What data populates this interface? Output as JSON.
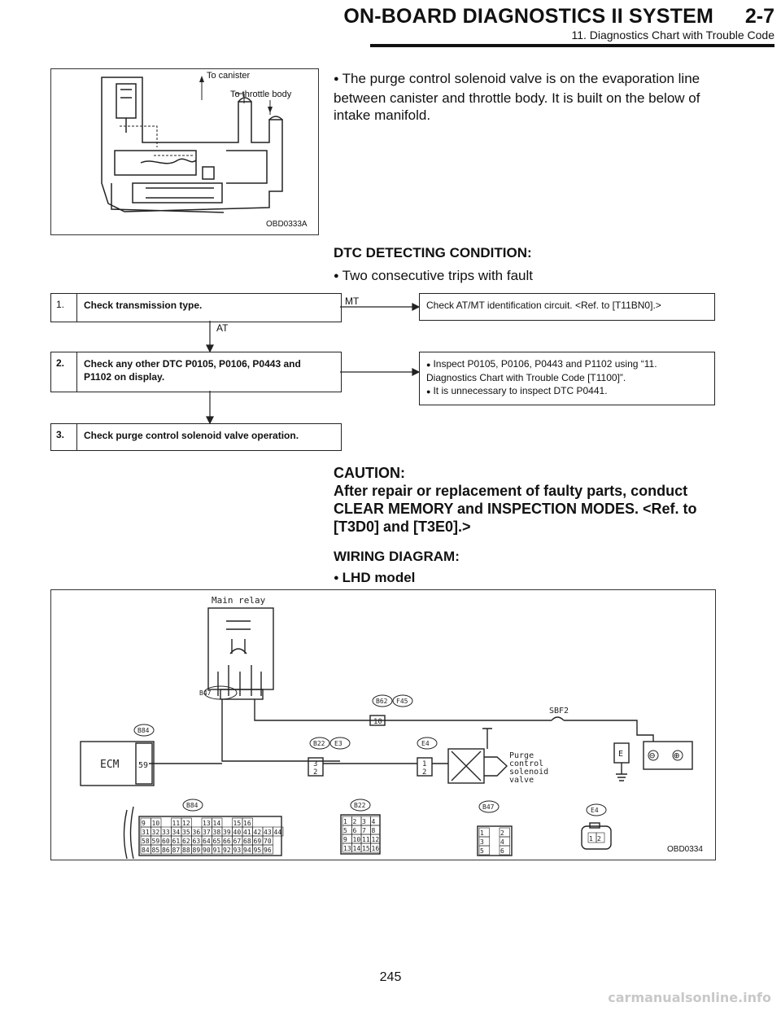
{
  "header": {
    "title": "ON-BOARD DIAGNOSTICS II SYSTEM",
    "section": "2-7",
    "subtitle": "11. Diagnostics Chart with Trouble Code"
  },
  "figure1": {
    "id": "OBD0333A",
    "label_canister": "To canister",
    "label_throttle": "To throttle body"
  },
  "intro": "The purge control solenoid valve is on the evaporation line between canister and throttle body. It is built on the below of intake manifold.",
  "dtc": {
    "heading": "DTC DETECTING CONDITION:",
    "item": "Two consecutive trips with fault"
  },
  "flow": {
    "step1": {
      "num": "1.",
      "text": "Check transmission type."
    },
    "step2": {
      "num": "2.",
      "text": "Check any other DTC P0105, P0106, P0443 and P1102 on display."
    },
    "step3": {
      "num": "3.",
      "text": "Check purge control solenoid valve operation."
    },
    "mt_label": "MT",
    "at_label": "AT",
    "result1": "Check AT/MT identification circuit. <Ref. to [T11BN0].>",
    "result2_a": "Inspect P0105, P0106, P0443 and P1102 using “11. Diagnostics Chart with Trouble Code [T1100]”.",
    "result2_b": "It is unnecessary to inspect DTC P0441."
  },
  "caution": {
    "title": "CAUTION:",
    "text": "After repair or replacement of faulty parts, conduct CLEAR MEMORY and INSPECTION MODES. <Ref. to [T3D0] and [T3E0].>"
  },
  "wiring": {
    "heading": "WIRING DIAGRAM:",
    "model": "LHD model",
    "fig_id": "OBD0334",
    "main_relay": "Main relay",
    "ecm": "ECM",
    "ecm_pin": "59",
    "purge_label": [
      "Purge",
      "control",
      "solenoid",
      "valve"
    ],
    "sbf": "SBF2",
    "ground": "E",
    "plus_sign": "⊕",
    "minus_sign": "⊖",
    "conn_b47": "B47",
    "conn_b62": "B62",
    "conn_f45": "F45",
    "conn_b84": "B84",
    "conn_b22": "B22",
    "conn_e3": "E3",
    "conn_e4": "E4",
    "b62_pin": "10",
    "b22_pins": [
      "3",
      "2"
    ],
    "e4_pins": [
      "1",
      "2"
    ],
    "b84_rows": [
      [
        "9",
        "10",
        "",
        "11",
        "12",
        "",
        "13",
        "14",
        "",
        "15",
        "16"
      ],
      [
        "31",
        "32",
        "33",
        "34",
        "35",
        "36",
        "37",
        "38",
        "39",
        "40",
        "41",
        "42",
        "43",
        "44"
      ],
      [
        "58",
        "59",
        "60",
        "61",
        "62",
        "63",
        "64",
        "65",
        "66",
        "67",
        "68",
        "69",
        "70"
      ],
      [
        "84",
        "85",
        "86",
        "87",
        "88",
        "89",
        "90",
        "91",
        "92",
        "93",
        "94",
        "95",
        "96"
      ]
    ],
    "b22_grid": [
      [
        "1",
        "2",
        "3",
        "4"
      ],
      [
        "5",
        "6",
        "7",
        "8"
      ],
      [
        "9",
        "10",
        "11",
        "12"
      ],
      [
        "13",
        "14",
        "15",
        "16"
      ]
    ],
    "b47_grid": [
      [
        "1",
        "",
        "2"
      ],
      [
        "3",
        "",
        "4"
      ],
      [
        "5",
        "",
        "6"
      ]
    ],
    "e4_grid": [
      "1",
      "2"
    ]
  },
  "page_number": "245",
  "watermark": "carmanualsonline.info"
}
